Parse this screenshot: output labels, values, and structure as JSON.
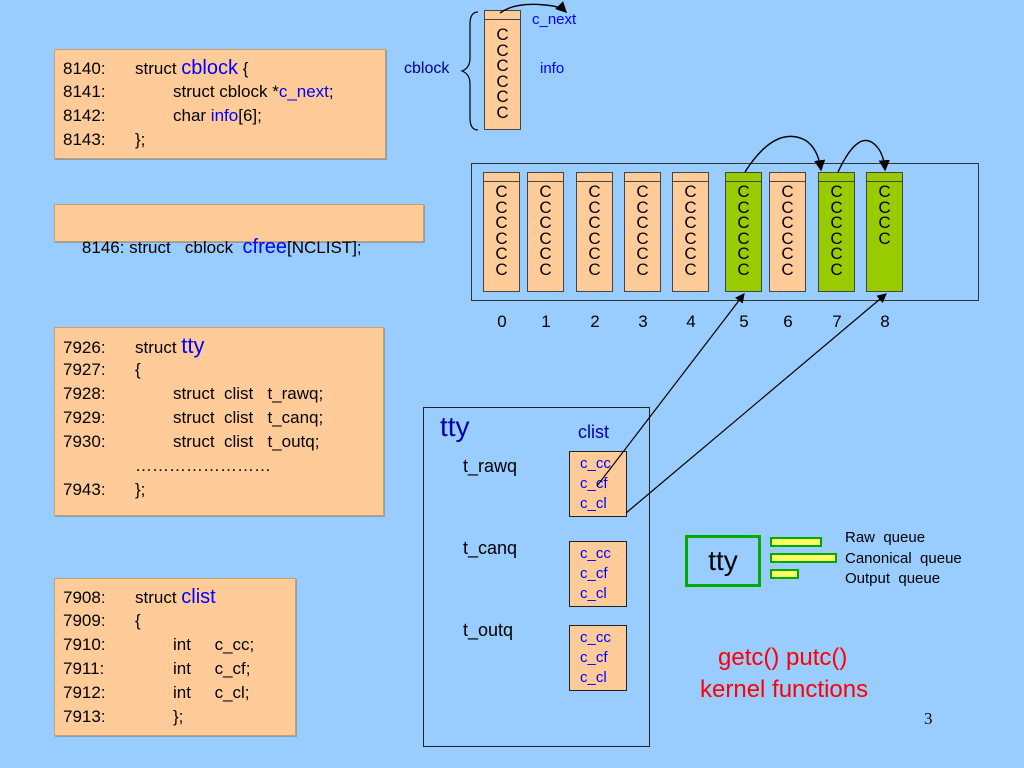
{
  "cblock_struct": {
    "lines": [
      {
        "num": "8140:",
        "pre": "struct ",
        "kw": "cblock",
        "post": " {"
      },
      {
        "num": "8141:",
        "pre": "struct cblock *",
        "kw": "c_next",
        "post": ";"
      },
      {
        "num": "8142:",
        "pre": "char ",
        "kw": "info",
        "post": "[6];"
      },
      {
        "num": "8143:",
        "pre": "};",
        "kw": "",
        "post": ""
      }
    ]
  },
  "cfree_decl": {
    "pre": "8146: struct   cblock  ",
    "kw": "cfree",
    "post": "[NCLIST];"
  },
  "tty_struct": {
    "lines": [
      {
        "num": "7926:",
        "pre": "struct ",
        "kw": "tty",
        "post": ""
      },
      {
        "num": "7927:",
        "pre": "{",
        "kw": "",
        "post": ""
      },
      {
        "num": "7928:",
        "pre": "struct  clist   t_rawq;",
        "kw": "",
        "post": ""
      },
      {
        "num": "7929:",
        "pre": "struct  clist   t_canq;",
        "kw": "",
        "post": ""
      },
      {
        "num": "7930:",
        "pre": "struct  clist   t_outq;",
        "kw": "",
        "post": ""
      },
      {
        "num": "",
        "pre": "……………………",
        "kw": "",
        "post": ""
      },
      {
        "num": "7943:",
        "pre": "};",
        "kw": "",
        "post": ""
      }
    ]
  },
  "clist_struct": {
    "lines": [
      {
        "num": "7908:",
        "pre": "struct ",
        "kw": "clist",
        "post": ""
      },
      {
        "num": "7909:",
        "pre": "{",
        "kw": "",
        "post": ""
      },
      {
        "num": "7910:",
        "pre": "int     c_cc;",
        "kw": "",
        "post": ""
      },
      {
        "num": "7911:",
        "pre": "int     c_cf;",
        "kw": "",
        "post": ""
      },
      {
        "num": "7912:",
        "pre": "int     c_cl;",
        "kw": "",
        "post": ""
      },
      {
        "num": "7913:",
        "pre": "};",
        "kw": "",
        "post": ""
      }
    ]
  },
  "cblock_diagram": {
    "label": "cblock",
    "c_next_label": "c_next",
    "info_label": "info",
    "cells": "C\nC\nC\nC\nC\nC"
  },
  "cfree_array": {
    "cells": [
      {
        "index": "0",
        "cs": "C\nC\nC\nC\nC\nC",
        "color": "#ffcc99"
      },
      {
        "index": "1",
        "cs": "C\nC\nC\nC\nC\nC",
        "color": "#ffcc99"
      },
      {
        "index": "2",
        "cs": "C\nC\nC\nC\nC\nC",
        "color": "#ffcc99"
      },
      {
        "index": "3",
        "cs": "C\nC\nC\nC\nC\nC",
        "color": "#ffcc99"
      },
      {
        "index": "4",
        "cs": "C\nC\nC\nC\nC\nC",
        "color": "#ffcc99"
      },
      {
        "index": "5",
        "cs": "C\nC\nC\nC\nC\nC",
        "color": "#99cc00"
      },
      {
        "index": "6",
        "cs": "C\nC\nC\nC\nC\nC",
        "color": "#ffcc99"
      },
      {
        "index": "7",
        "cs": "C\nC\nC\nC\nC\nC",
        "color": "#99cc00"
      },
      {
        "index": "8",
        "cs": "C\nC\nC\nC",
        "color": "#99cc00"
      }
    ]
  },
  "tty_diagram": {
    "title": "tty",
    "clist_label": "clist",
    "queues": [
      {
        "name": "t_rawq",
        "fields": [
          "c_cc",
          "c_cf",
          "c_cl"
        ]
      },
      {
        "name": "t_canq",
        "fields": [
          "c_cc",
          "c_cf",
          "c_cl"
        ]
      },
      {
        "name": "t_outq",
        "fields": [
          "c_cc",
          "c_cf",
          "c_cl"
        ]
      }
    ]
  },
  "legend": {
    "tty_label": "tty",
    "items": [
      "Raw  queue",
      "Canonical  queue",
      "Output  queue"
    ],
    "accent_color": "#00aa00",
    "bar_color": "#ffff66"
  },
  "functions": {
    "line1": "getc() putc()",
    "line2": "kernel functions",
    "color": "#ff0000"
  },
  "page_number": "3"
}
